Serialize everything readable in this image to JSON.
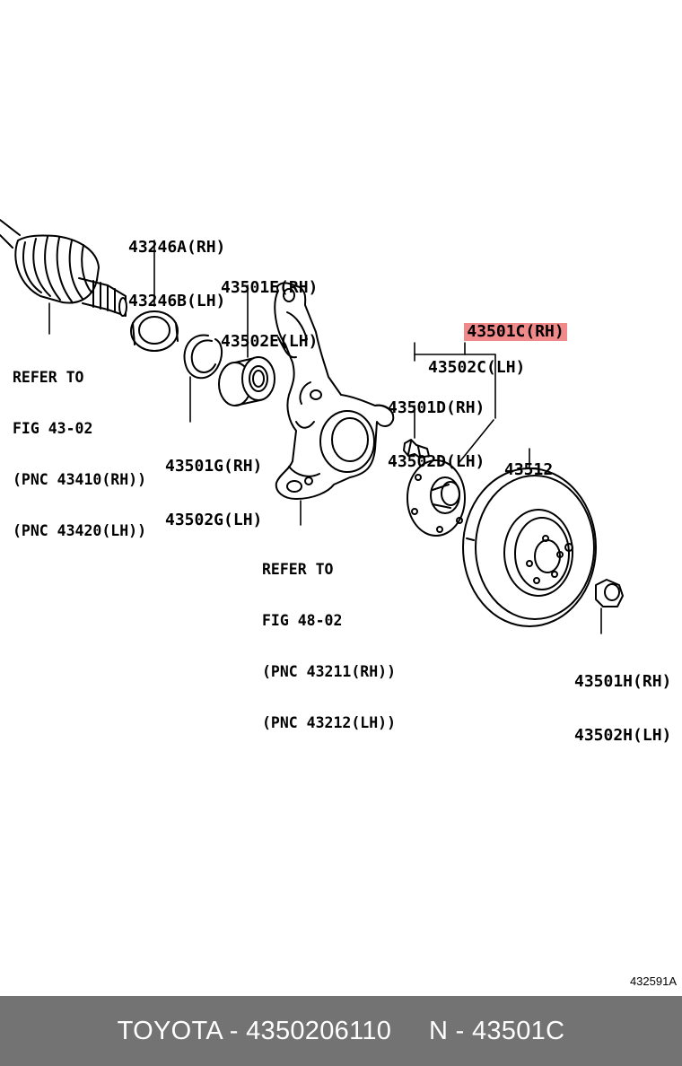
{
  "labels": {
    "inner_race": [
      "43246A(RH)",
      "43246B(LH)"
    ],
    "bearing": [
      "43501E(RH)",
      "43502E(LH)"
    ],
    "drive_shaft_ref": [
      "REFER TO",
      "FIG 43-02",
      "(PNC 43410(RH))",
      "(PNC 43420(LH))"
    ],
    "hub": [
      "43501C(RH)",
      "43502C(LH)"
    ],
    "hub_bolt": [
      "43501D(RH)",
      "43502D(LH)"
    ],
    "snap_ring": [
      "43501G(RH)",
      "43502G(LH)"
    ],
    "disc": "43512",
    "knuckle_ref": [
      "REFER TO",
      "FIG 48-02",
      "(PNC 43211(RH))",
      "(PNC 43212(LH))"
    ],
    "nut": [
      "43501H(RH)",
      "43502H(LH)"
    ]
  },
  "figure_code": "432591A",
  "footer": {
    "brand": "TOYOTA",
    "part_number": "4350206110",
    "pnc": "43501C",
    "separator": " - ",
    "pnc_prefix": "N"
  },
  "colors": {
    "highlight": "#f08a8a",
    "footer_bg": "#737373",
    "footer_text": "#ffffff"
  }
}
